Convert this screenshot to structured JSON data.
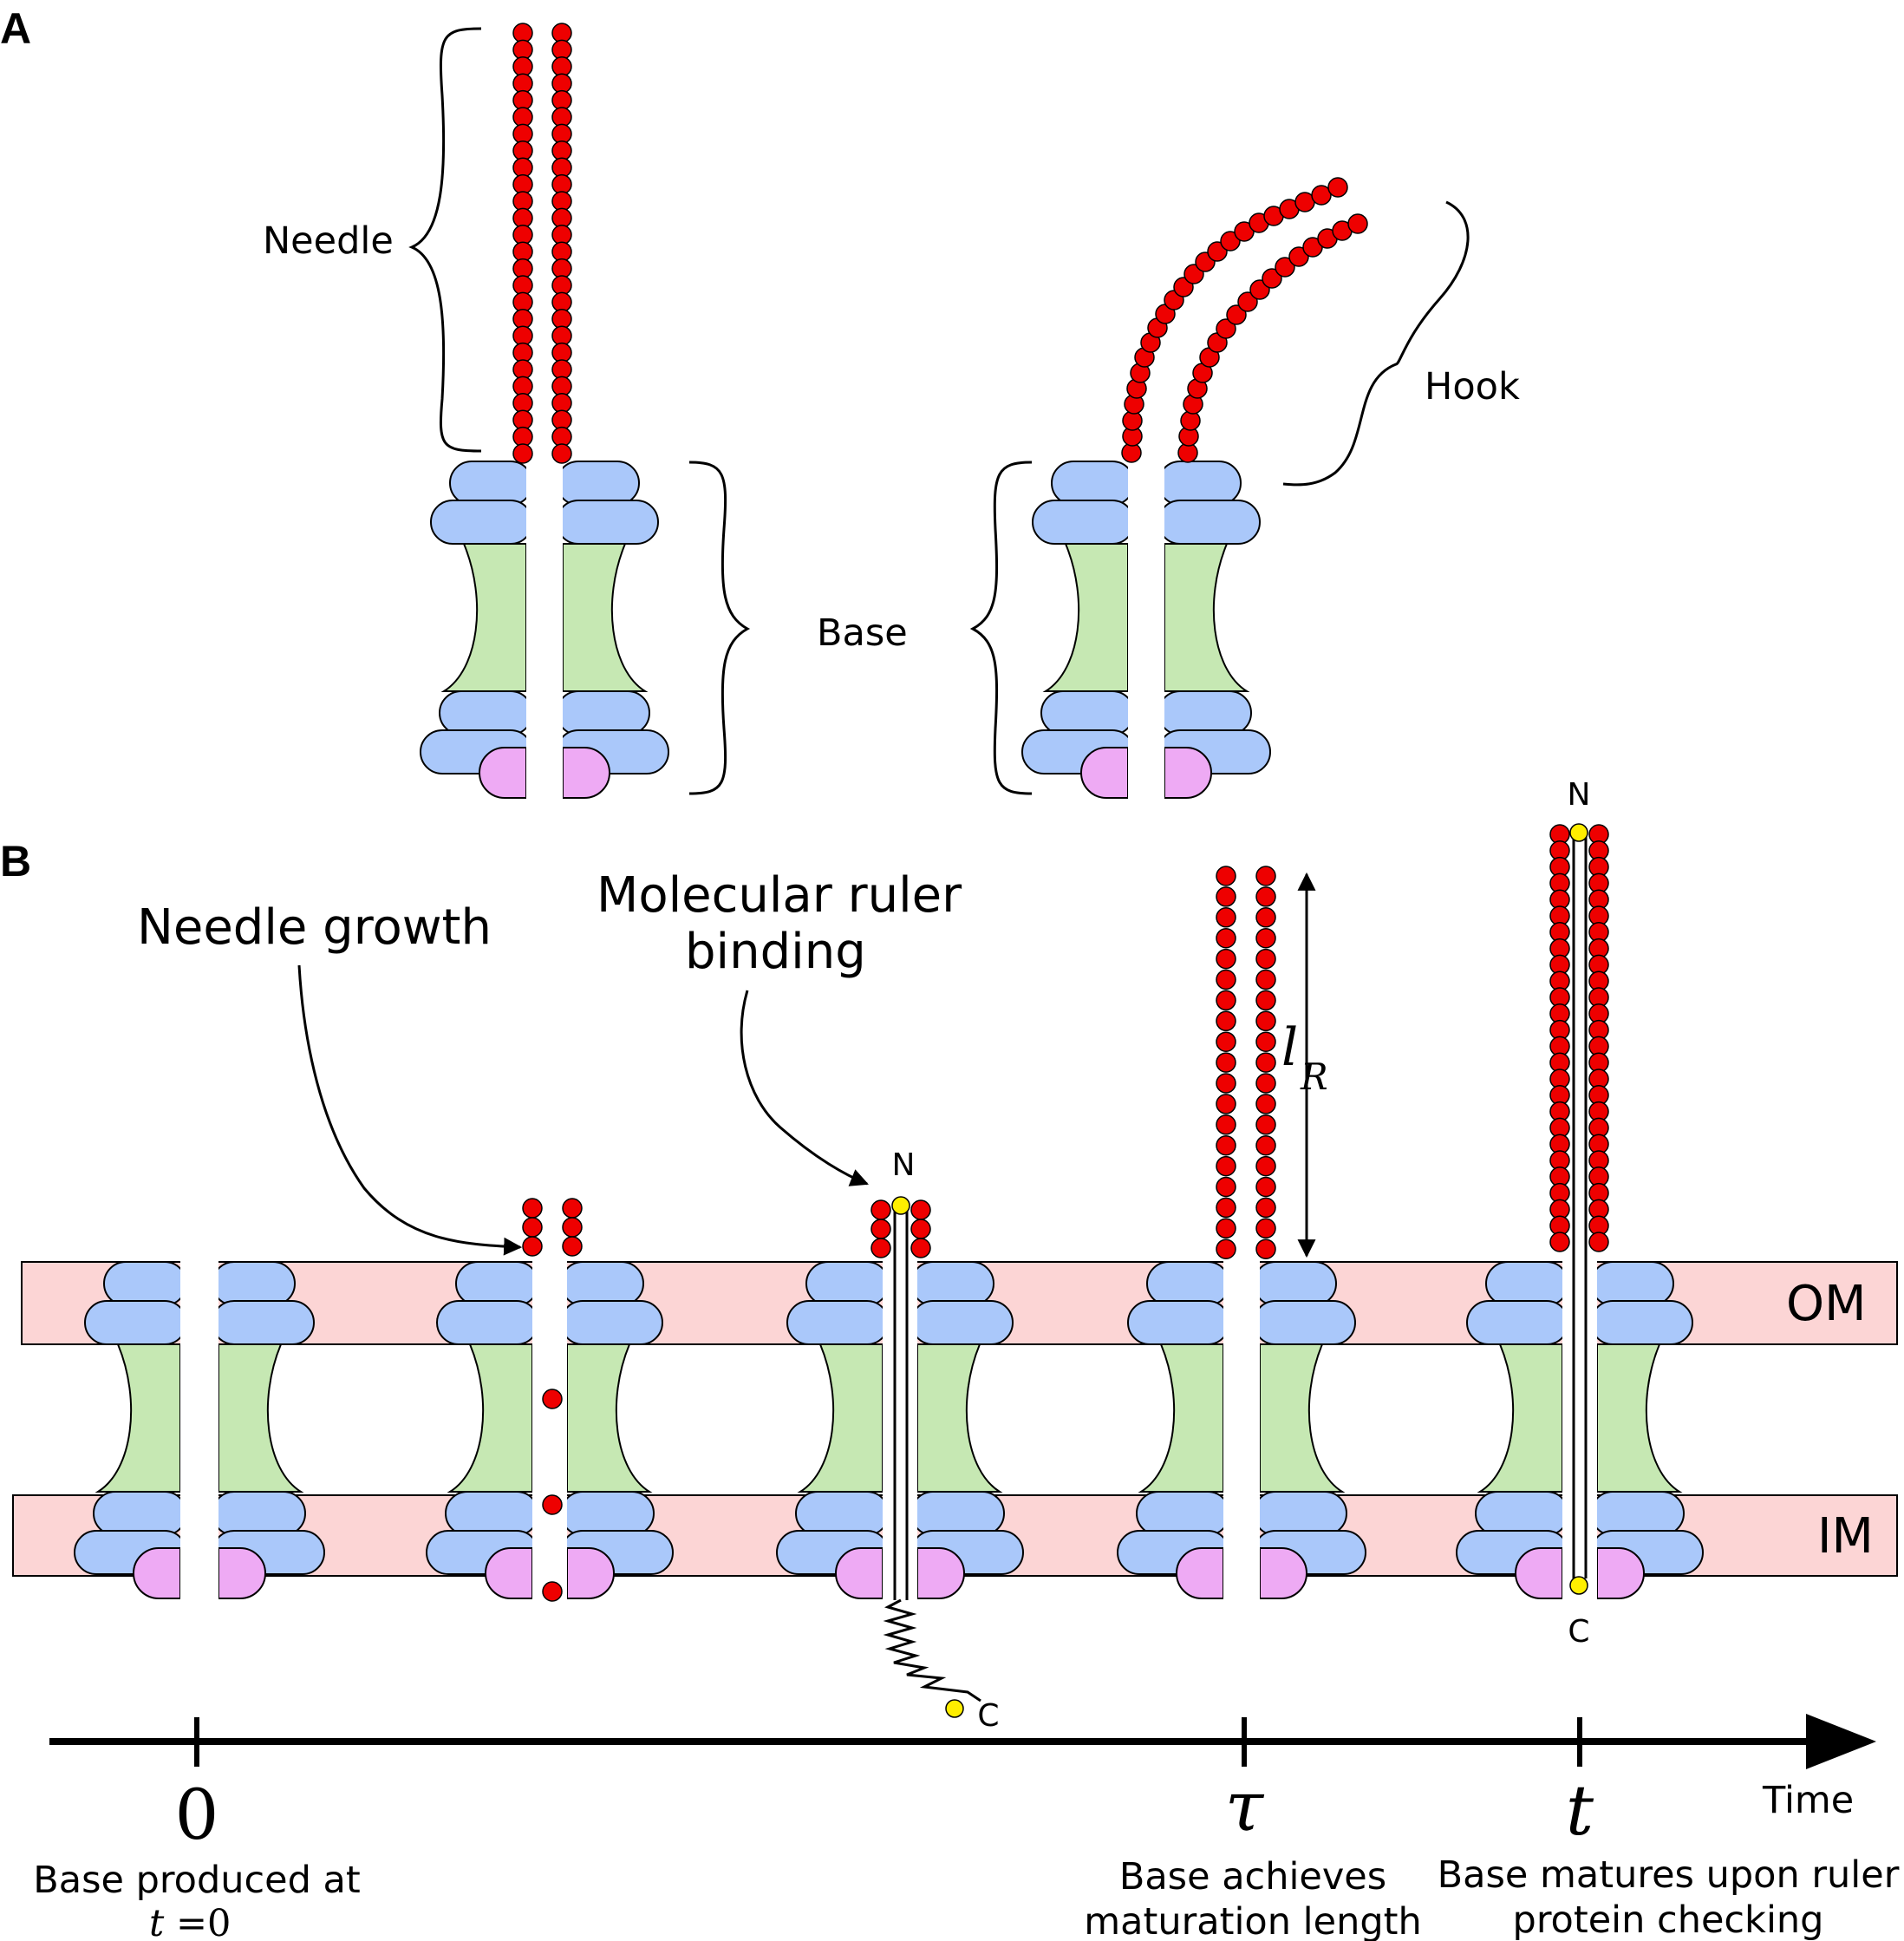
{
  "panel_a": {
    "letter": "A",
    "needle_label": "Needle",
    "hook_label": "Hook",
    "base_label": "Base"
  },
  "panel_b": {
    "letter": "B",
    "needle_growth_label": "Needle growth",
    "ruler_binding_line1": "Molecular ruler",
    "ruler_binding_line2": "binding",
    "ruler_length_symbol": "l",
    "ruler_length_subscript": "R",
    "om_label": "OM",
    "im_label": "IM",
    "n_terminus": "N",
    "c_terminus": "C",
    "timeline": {
      "axis_label": "Time",
      "ticks": [
        {
          "symbol": "0",
          "caption1": "Base produced at",
          "caption2_sym": "t",
          "caption2_rest": " =0"
        },
        {
          "symbol": "τ",
          "caption1": "Base achieves",
          "caption2": "maturation length"
        },
        {
          "symbol": "t",
          "caption1": "Base matures upon ruler",
          "caption2": "protein checking"
        }
      ]
    }
  },
  "colors": {
    "subunit": "#ee0000",
    "ring": "#aac8fa",
    "neck": "#c6e8b3",
    "cup": "#eeaaf4",
    "membrane": "#fcd5d5",
    "terminus": "#ffee00"
  }
}
